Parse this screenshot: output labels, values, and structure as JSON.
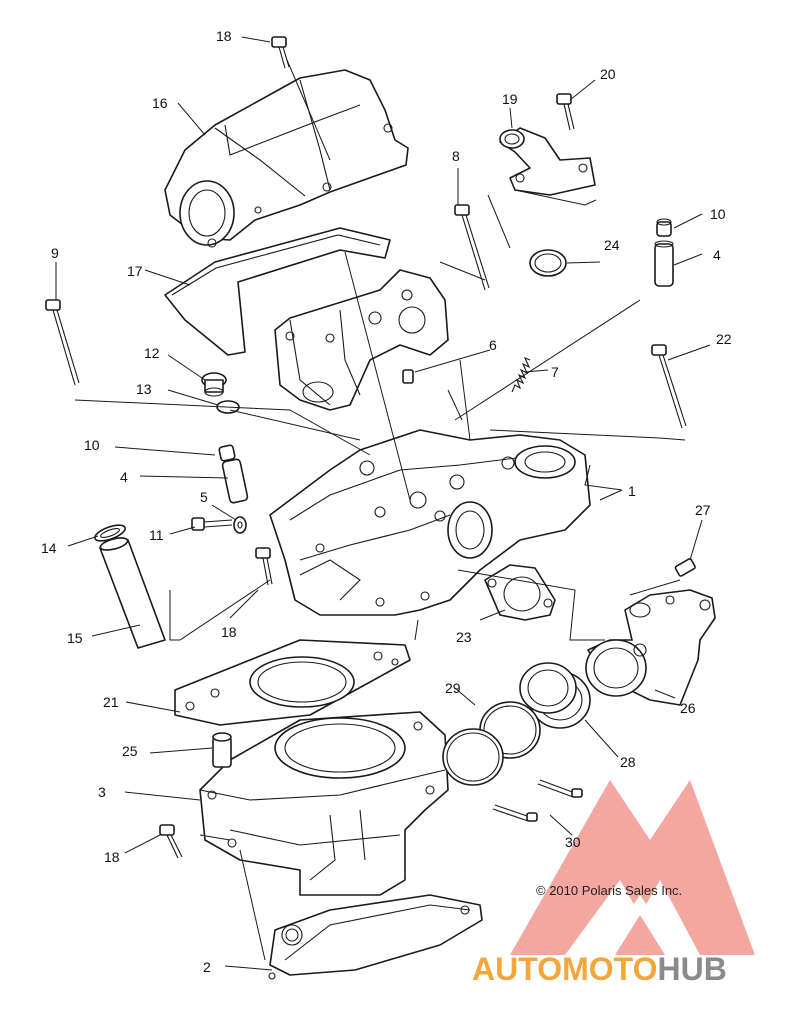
{
  "callouts": {
    "c1": "1",
    "c2": "2",
    "c3": "3",
    "c4a": "4",
    "c4b": "4",
    "c5": "5",
    "c6": "6",
    "c7": "7",
    "c8": "8",
    "c9": "9",
    "c10a": "10",
    "c10b": "10",
    "c11": "11",
    "c12": "12",
    "c13": "13",
    "c14": "14",
    "c15": "15",
    "c16": "16",
    "c17": "17",
    "c18a": "18",
    "c18b": "18",
    "c18c": "18",
    "c19": "19",
    "c20": "20",
    "c21": "21",
    "c22": "22",
    "c23": "23",
    "c24": "24",
    "c25": "25",
    "c26": "26",
    "c27": "27",
    "c28": "28",
    "c29": "29",
    "c30": "30"
  },
  "copyright": "© 2010 Polaris Sales Inc.",
  "watermark": {
    "part1": "AUTO",
    "part2": "MOTO",
    "part3": "HUB",
    "colors": {
      "red": "#e85a50",
      "orange": "#f3a73a",
      "gray": "#8a8a8a"
    }
  }
}
